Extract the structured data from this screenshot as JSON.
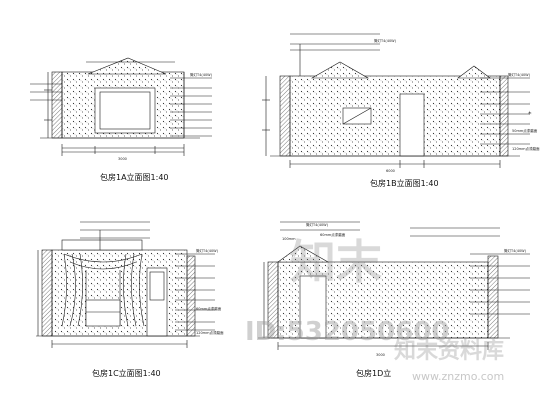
{
  "panels": {
    "a": {
      "caption": "包房1A立面图1:40"
    },
    "b": {
      "caption": "包房1B立面图1:40"
    },
    "c": {
      "caption": "包房1C立面图1:40"
    },
    "d": {
      "caption": "包房1D立"
    }
  },
  "notes": {
    "a_lamp": "筒灯T4(40W)",
    "b_lamp": "筒灯T4(40W)",
    "b_lamp2": "筒灯T4(40W)",
    "b_side": "50mm点漆磨面",
    "b_side2": "120mm点漆磨面",
    "b_mark": "木",
    "c_lamp": "筒灯T4(40W)",
    "c_side": "60mm点漆磨面",
    "c_side2": "120mm点漆磨面",
    "d_lamp": "筒灯T4(40W)",
    "d_lamp2": "筒灯T4(40W)",
    "d_side": "60mm点漆磨面",
    "d_wall": "100mm"
  },
  "dimensions": {
    "a_width": "3000",
    "b_width": "6000",
    "d_width": "3000"
  },
  "watermark": {
    "logo": "知末",
    "id": "ID:532050600",
    "brand": "知末资料库",
    "site": "www.znzmo.com"
  },
  "colors": {
    "ink": "#1a1a1a",
    "paper": "#ffffff"
  }
}
